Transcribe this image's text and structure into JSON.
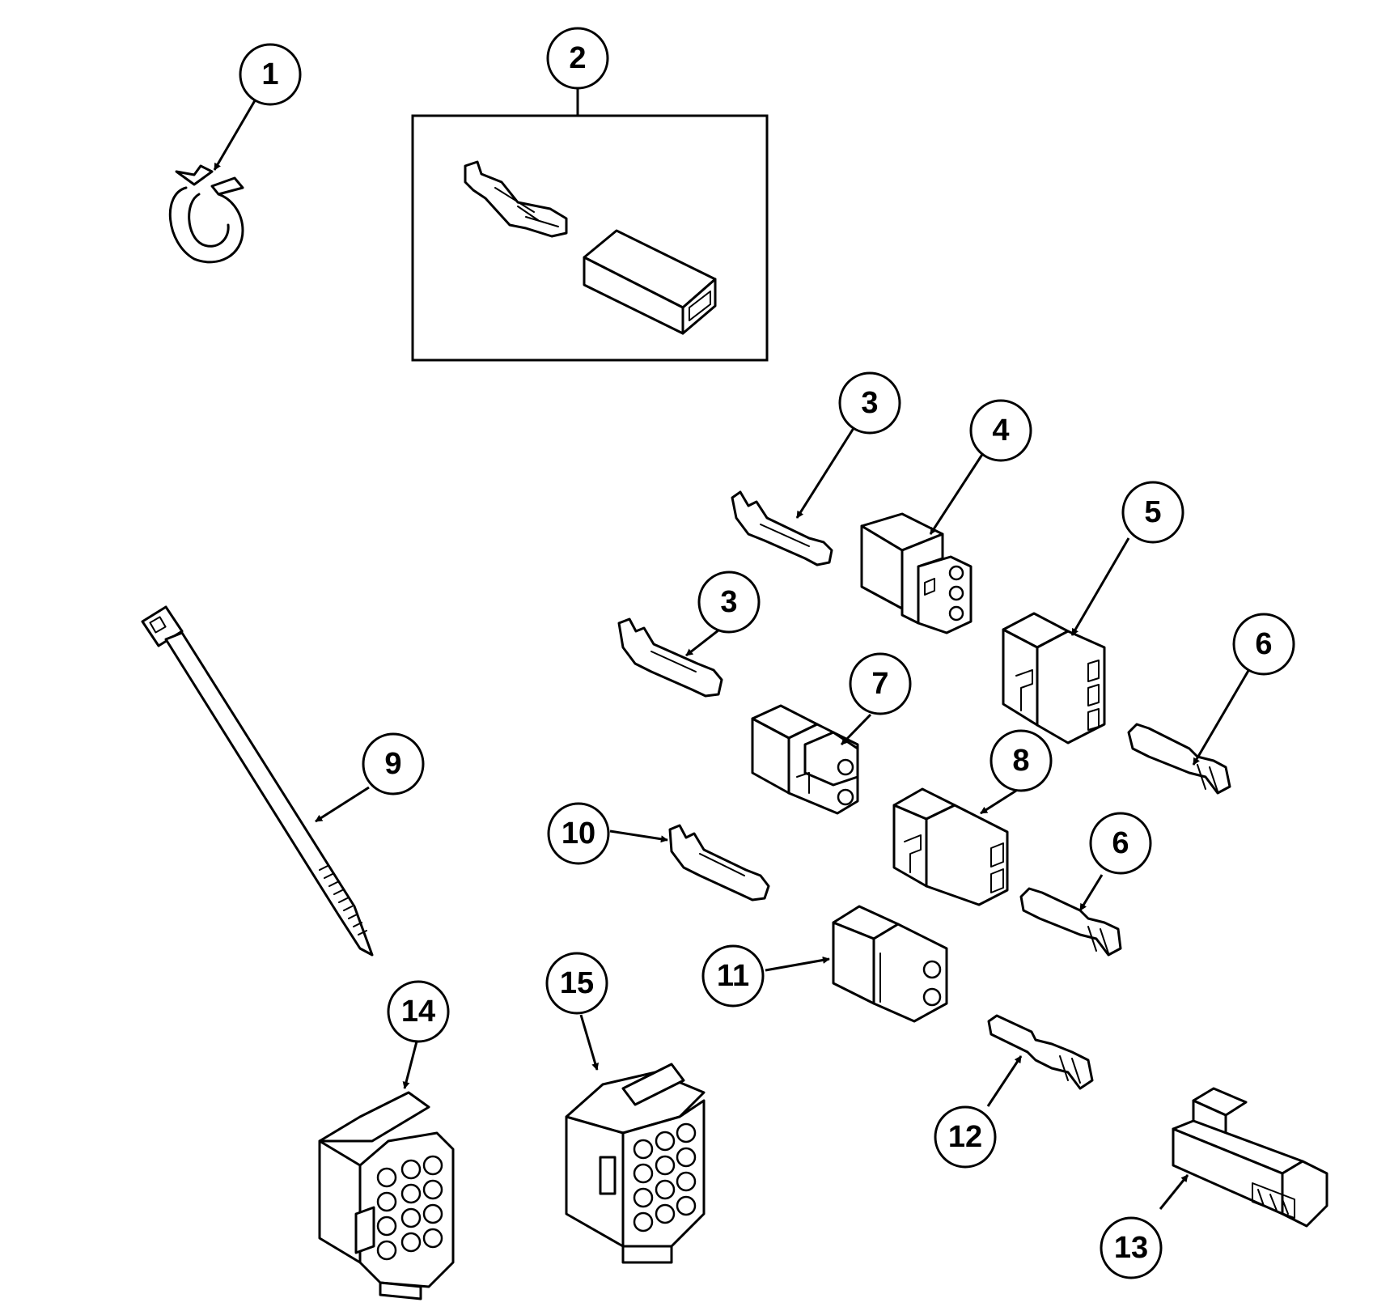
{
  "callouts": [
    {
      "id": "c1",
      "label": "1"
    },
    {
      "id": "c2",
      "label": "2"
    },
    {
      "id": "c3a",
      "label": "3"
    },
    {
      "id": "c3b",
      "label": "3"
    },
    {
      "id": "c4",
      "label": "4"
    },
    {
      "id": "c5",
      "label": "5"
    },
    {
      "id": "c6a",
      "label": "6"
    },
    {
      "id": "c6b",
      "label": "6"
    },
    {
      "id": "c7",
      "label": "7"
    },
    {
      "id": "c8",
      "label": "8"
    },
    {
      "id": "c9",
      "label": "9"
    },
    {
      "id": "c10",
      "label": "10"
    },
    {
      "id": "c11",
      "label": "11"
    },
    {
      "id": "c12",
      "label": "12"
    },
    {
      "id": "c13",
      "label": "13"
    },
    {
      "id": "c14",
      "label": "14"
    },
    {
      "id": "c15",
      "label": "15"
    }
  ],
  "colors": {
    "ink": "#000000",
    "paper": "#ffffff"
  }
}
